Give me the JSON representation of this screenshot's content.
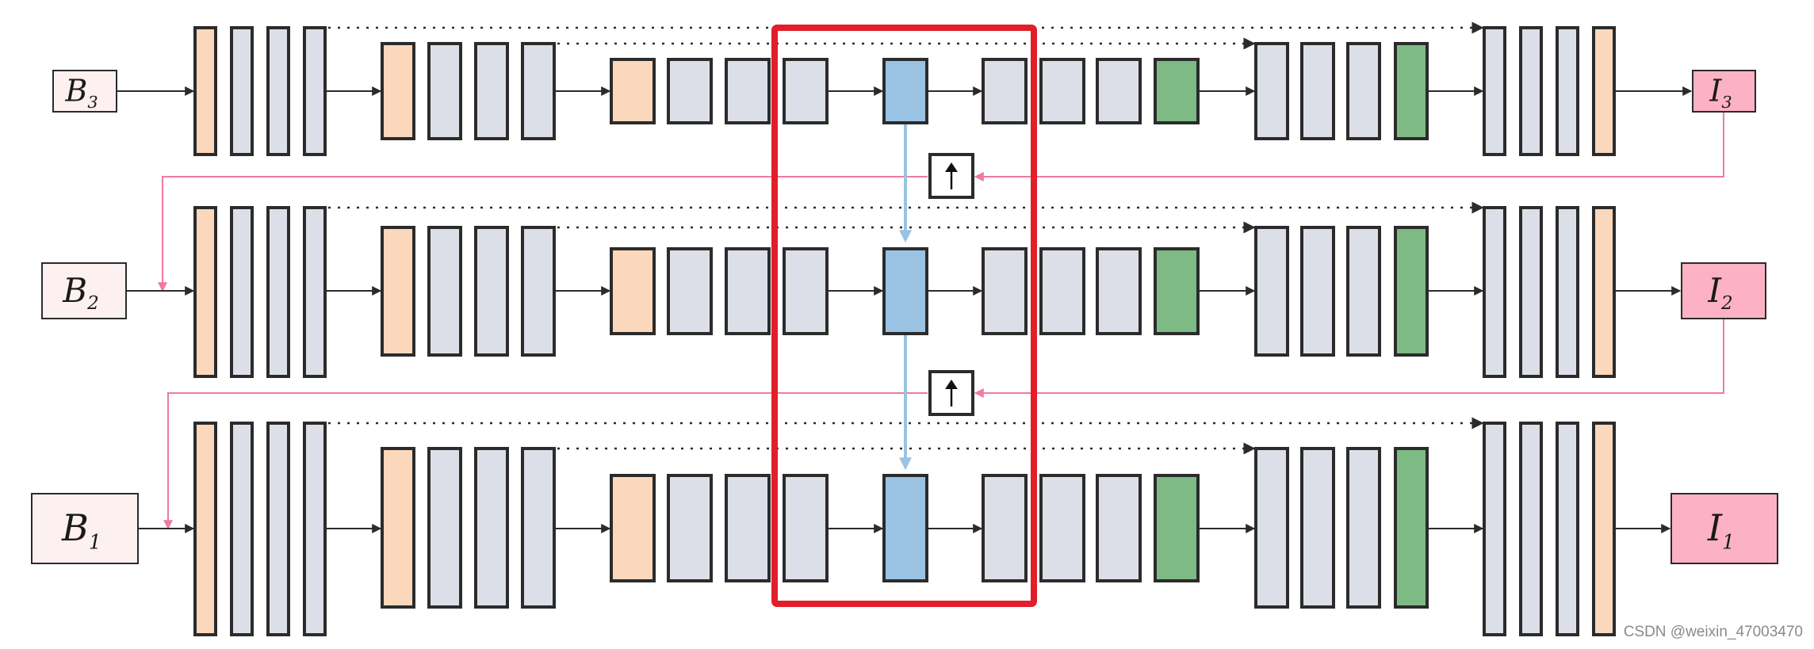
{
  "colors": {
    "block_gray": "#dcdfe8",
    "block_orange": "#fbd8bc",
    "block_blue": "#9ac3e3",
    "block_green": "#7dba84",
    "input_fill": "#fdf0f0",
    "output_fill": "#fcb2c4",
    "pink_line": "#f07a9c",
    "highlight_red": "#e21e2a",
    "stroke": "#2b2b2b"
  },
  "rows": [
    {
      "input": {
        "main": "B",
        "sub": "3"
      },
      "output": {
        "main": "I",
        "sub": "3"
      }
    },
    {
      "input": {
        "main": "B",
        "sub": "2"
      },
      "output": {
        "main": "I",
        "sub": "2"
      }
    },
    {
      "input": {
        "main": "B",
        "sub": "1"
      },
      "output": {
        "main": "I",
        "sub": "1"
      }
    }
  ],
  "upsample_icon": "up-arrow-icon",
  "watermark": "CSDN @weixin_47003470"
}
